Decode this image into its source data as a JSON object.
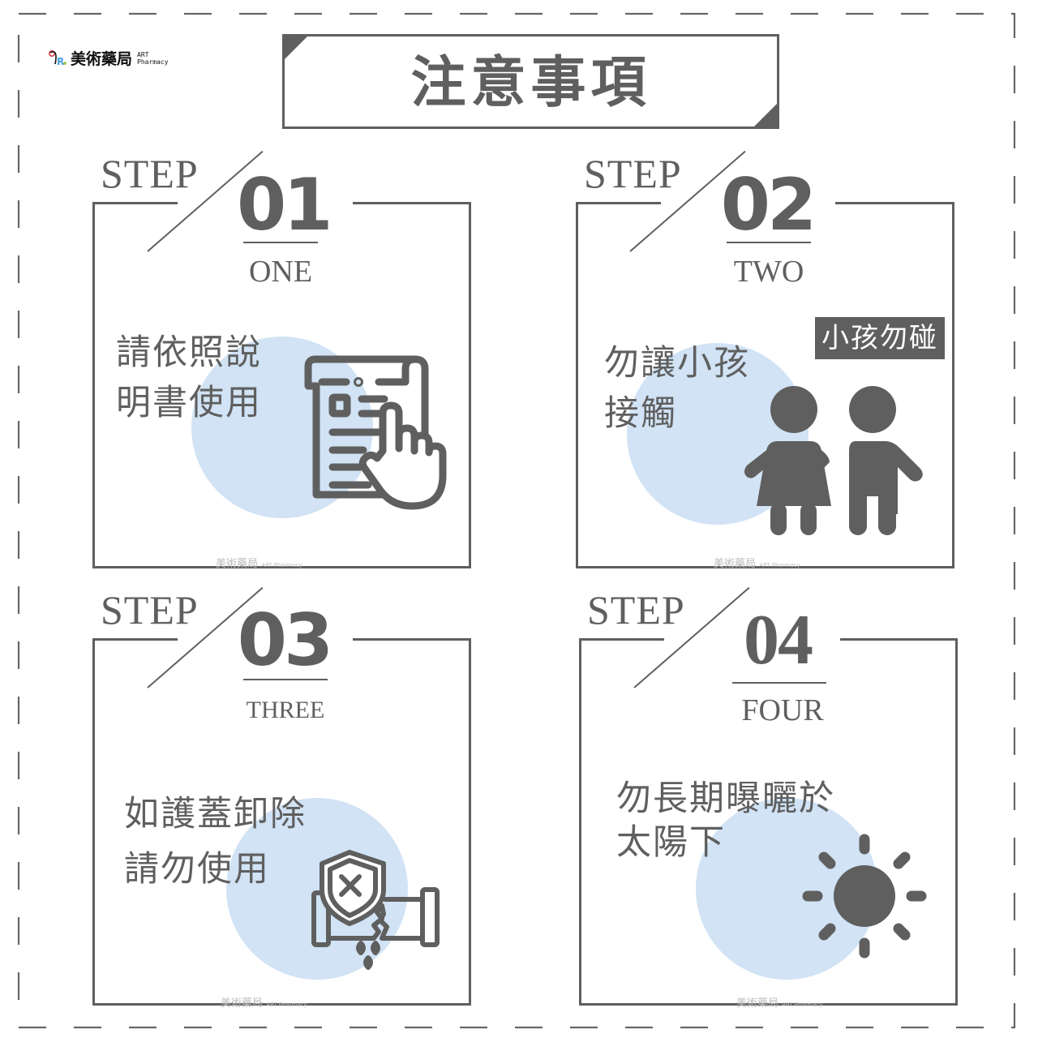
{
  "brand": {
    "name_cn": "美術藥局",
    "name_en_line1": "ART",
    "name_en_line2": "Pharmacy"
  },
  "title": "注意事項",
  "colors": {
    "ink": "#5f5f5f",
    "accent_blob": "#d1e3f5",
    "background": "#ffffff"
  },
  "steps": [
    {
      "step_label": "STEP",
      "number": "01",
      "word": "ONE",
      "desc_line1": "請依照說",
      "desc_line2": "明書使用",
      "icon": "document-pointing-hand-icon",
      "watermark_cn": "美術藥局",
      "watermark_en": "ART Pharmacy"
    },
    {
      "step_label": "STEP",
      "number": "02",
      "word": "TWO",
      "desc_line1": "勿讓小孩",
      "desc_line2": "接觸",
      "tag": "小孩勿碰",
      "icon": "children-icon",
      "watermark_cn": "美術藥局",
      "watermark_en": "ART Pharmacy"
    },
    {
      "step_label": "STEP",
      "number": "03",
      "word": "THREE",
      "desc_line1": "如護蓋卸除",
      "desc_line2": "請勿使用",
      "icon": "broken-seal-shield-icon",
      "watermark_cn": "美術藥局",
      "watermark_en": "ART Pharmacy"
    },
    {
      "step_label": "STEP",
      "number": "04",
      "word": "FOUR",
      "desc_line1": "勿長期曝曬於",
      "desc_line2": "太陽下",
      "icon": "sun-icon",
      "watermark_cn": "美術藥局",
      "watermark_en": "ART Pharmacy"
    }
  ]
}
